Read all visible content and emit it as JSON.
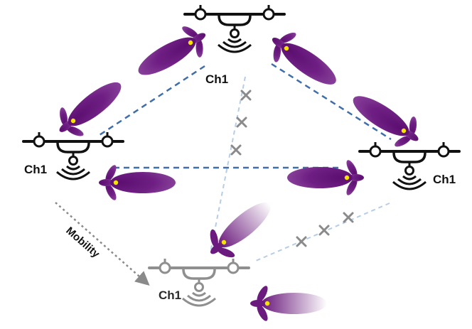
{
  "labels": {
    "drone_top": "Ch1",
    "drone_left": "Ch1",
    "drone_right": "Ch1",
    "drone_ghost": "Ch1",
    "mobility": "Mobility"
  },
  "colors": {
    "beam": "#6b1a7d",
    "link": "#3f6ea8",
    "broken_link": "#b7cde6",
    "cross": "#8a8a8a",
    "drone": "#111111",
    "ghost_drone": "#8f8f8f",
    "mobility_arrow": "#8a8a8a"
  },
  "links": {
    "active": [
      {
        "from": "drone-top",
        "to": "drone-left"
      },
      {
        "from": "drone-top",
        "to": "drone-right"
      },
      {
        "from": "drone-left",
        "to": "drone-right"
      }
    ],
    "broken": [
      {
        "from": "drone-top",
        "to": "drone-ghost"
      },
      {
        "from": "drone-right",
        "to": "drone-ghost"
      }
    ]
  }
}
